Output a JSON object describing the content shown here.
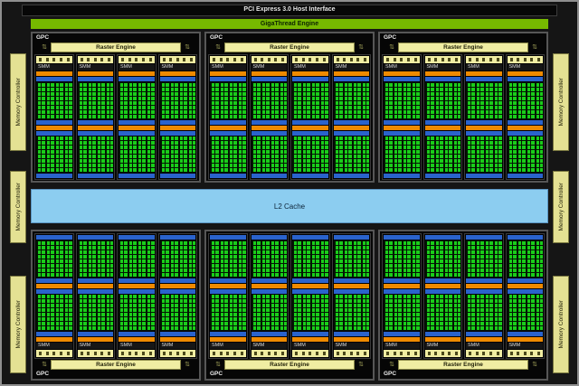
{
  "pcie": {
    "label": "PCI Express 3.0 Host Interface"
  },
  "gigathread": {
    "label": "GigaThread Engine"
  },
  "l2": {
    "label": "L2 Cache"
  },
  "gpc": {
    "label": "GPC",
    "raster_label": "Raster Engine",
    "smm_label": "SMM",
    "top_count": 3,
    "bottom_count": 3,
    "smm_per_gpc": 4,
    "polymorph_icon_count": 5
  },
  "memory_controller": {
    "label": "Memory Controller",
    "per_side": 3
  },
  "colors": {
    "nvidia_green": "#76b900",
    "core_green": "#1acd1a",
    "bar_orange": "#ef8a00",
    "bar_blue": "#2a63cc",
    "l2_blue": "#8ccdf0",
    "raster_yellow": "#f0eda2",
    "mc_yellow": "#e4e193"
  }
}
